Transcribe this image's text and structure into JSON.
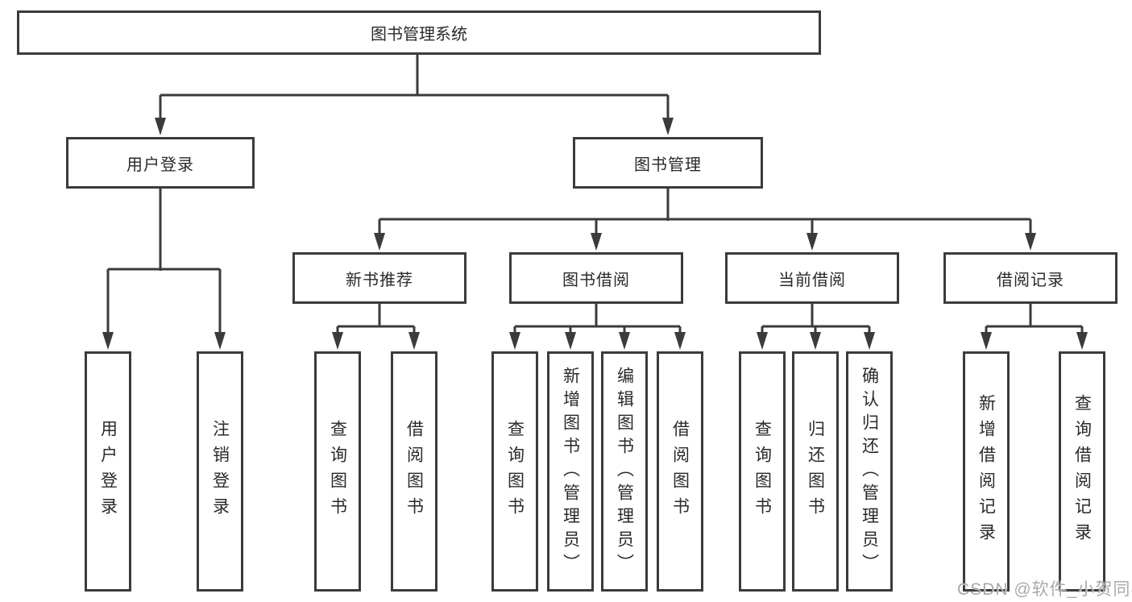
{
  "colors": {
    "line": "#3b3b3b",
    "text": "#2a2a2a",
    "watermark": "#a9a9a9",
    "background": "#ffffff"
  },
  "tree": {
    "root": {
      "label": "图书管理系统"
    },
    "branches": [
      {
        "label": "用户登录",
        "children": [
          "用户登录",
          "注销登录"
        ]
      },
      {
        "label": "图书管理",
        "children": [
          {
            "label": "新书推荐",
            "children": [
              "查询图书",
              "借阅图书"
            ]
          },
          {
            "label": "图书借阅",
            "children": [
              "查询图书",
              "新增图书（管理员）",
              "编辑图书（管理员）",
              "借阅图书"
            ]
          },
          {
            "label": "当前借阅",
            "children": [
              "查询图书",
              "归还图书",
              "确认归还（管理员）"
            ]
          },
          {
            "label": "借阅记录",
            "children": [
              "新增借阅记录",
              "查询借阅记录"
            ]
          }
        ]
      }
    ]
  },
  "watermark": {
    "text": "CSDN @软件_小贺同学"
  }
}
